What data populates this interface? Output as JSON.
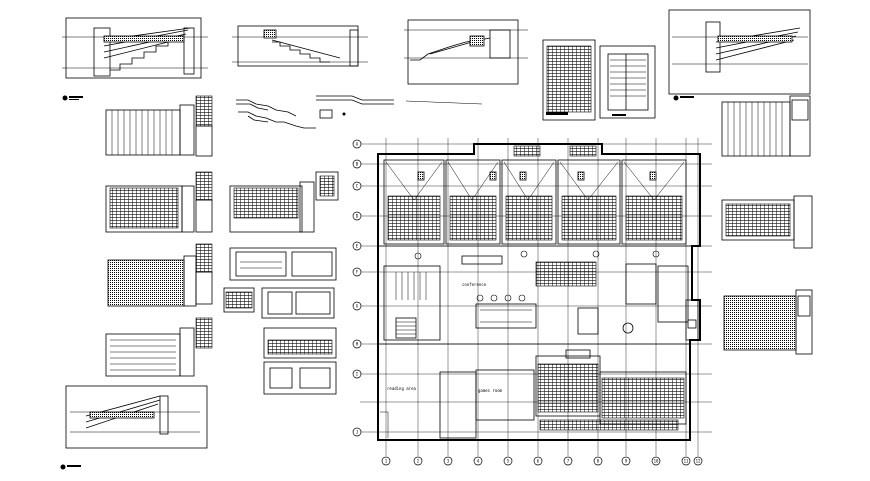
{
  "drawing": {
    "grid_x_labels": [
      "1",
      "2",
      "3",
      "4",
      "5",
      "6",
      "7",
      "8",
      "9",
      "10",
      "11",
      "12"
    ],
    "grid_y_labels": [
      "A",
      "B",
      "C",
      "D",
      "E",
      "F",
      "G",
      "H",
      "I",
      "J"
    ],
    "room_labels": {
      "reading_area": "reading area",
      "games_room": "games room",
      "conference": "conference"
    }
  }
}
